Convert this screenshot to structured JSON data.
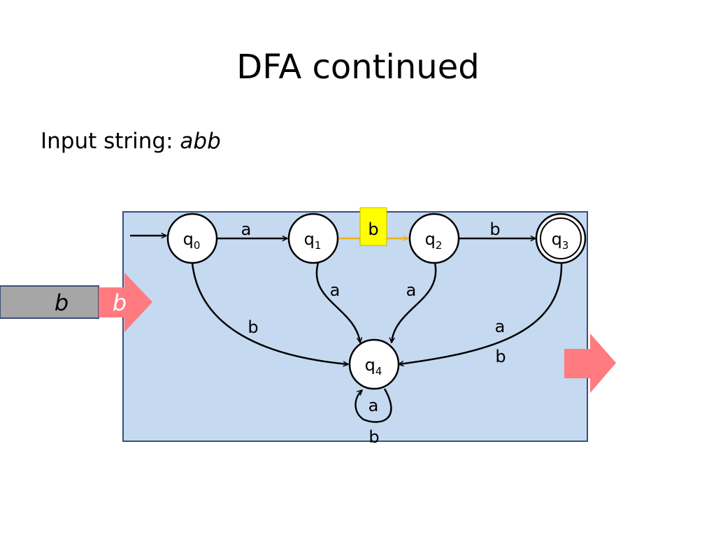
{
  "slide": {
    "title": "DFA continued",
    "input_label": "Input string: ",
    "input_value": "abb"
  },
  "states": [
    {
      "id": "q0",
      "base": "q",
      "sub": "0",
      "accepting": false,
      "start": true
    },
    {
      "id": "q1",
      "base": "q",
      "sub": "1",
      "accepting": false,
      "start": false
    },
    {
      "id": "q2",
      "base": "q",
      "sub": "2",
      "accepting": false,
      "start": false
    },
    {
      "id": "q3",
      "base": "q",
      "sub": "3",
      "accepting": true,
      "start": false
    },
    {
      "id": "q4",
      "base": "q",
      "sub": "4",
      "accepting": false,
      "start": false
    }
  ],
  "transitions": {
    "q0_q1": "a",
    "q1_q2": "b",
    "q2_q3": "b",
    "q0_q4": "b",
    "q1_q4": "a",
    "q2_q4": "a",
    "q3_q4_a": "a",
    "q3_q4_b": "b",
    "q4_self_a": "a",
    "q4_self_b": "b"
  },
  "tape": {
    "consumed": "b",
    "current": "b"
  },
  "colors": {
    "background": "#c5d9f0",
    "border": "#3b4f7a",
    "state_fill": "#ffffff",
    "active_edge": "#f0b020",
    "highlight_box": "#ffff00",
    "tape_gray": "#a6a6a6",
    "arrow_pink": "#ff7b7f"
  }
}
